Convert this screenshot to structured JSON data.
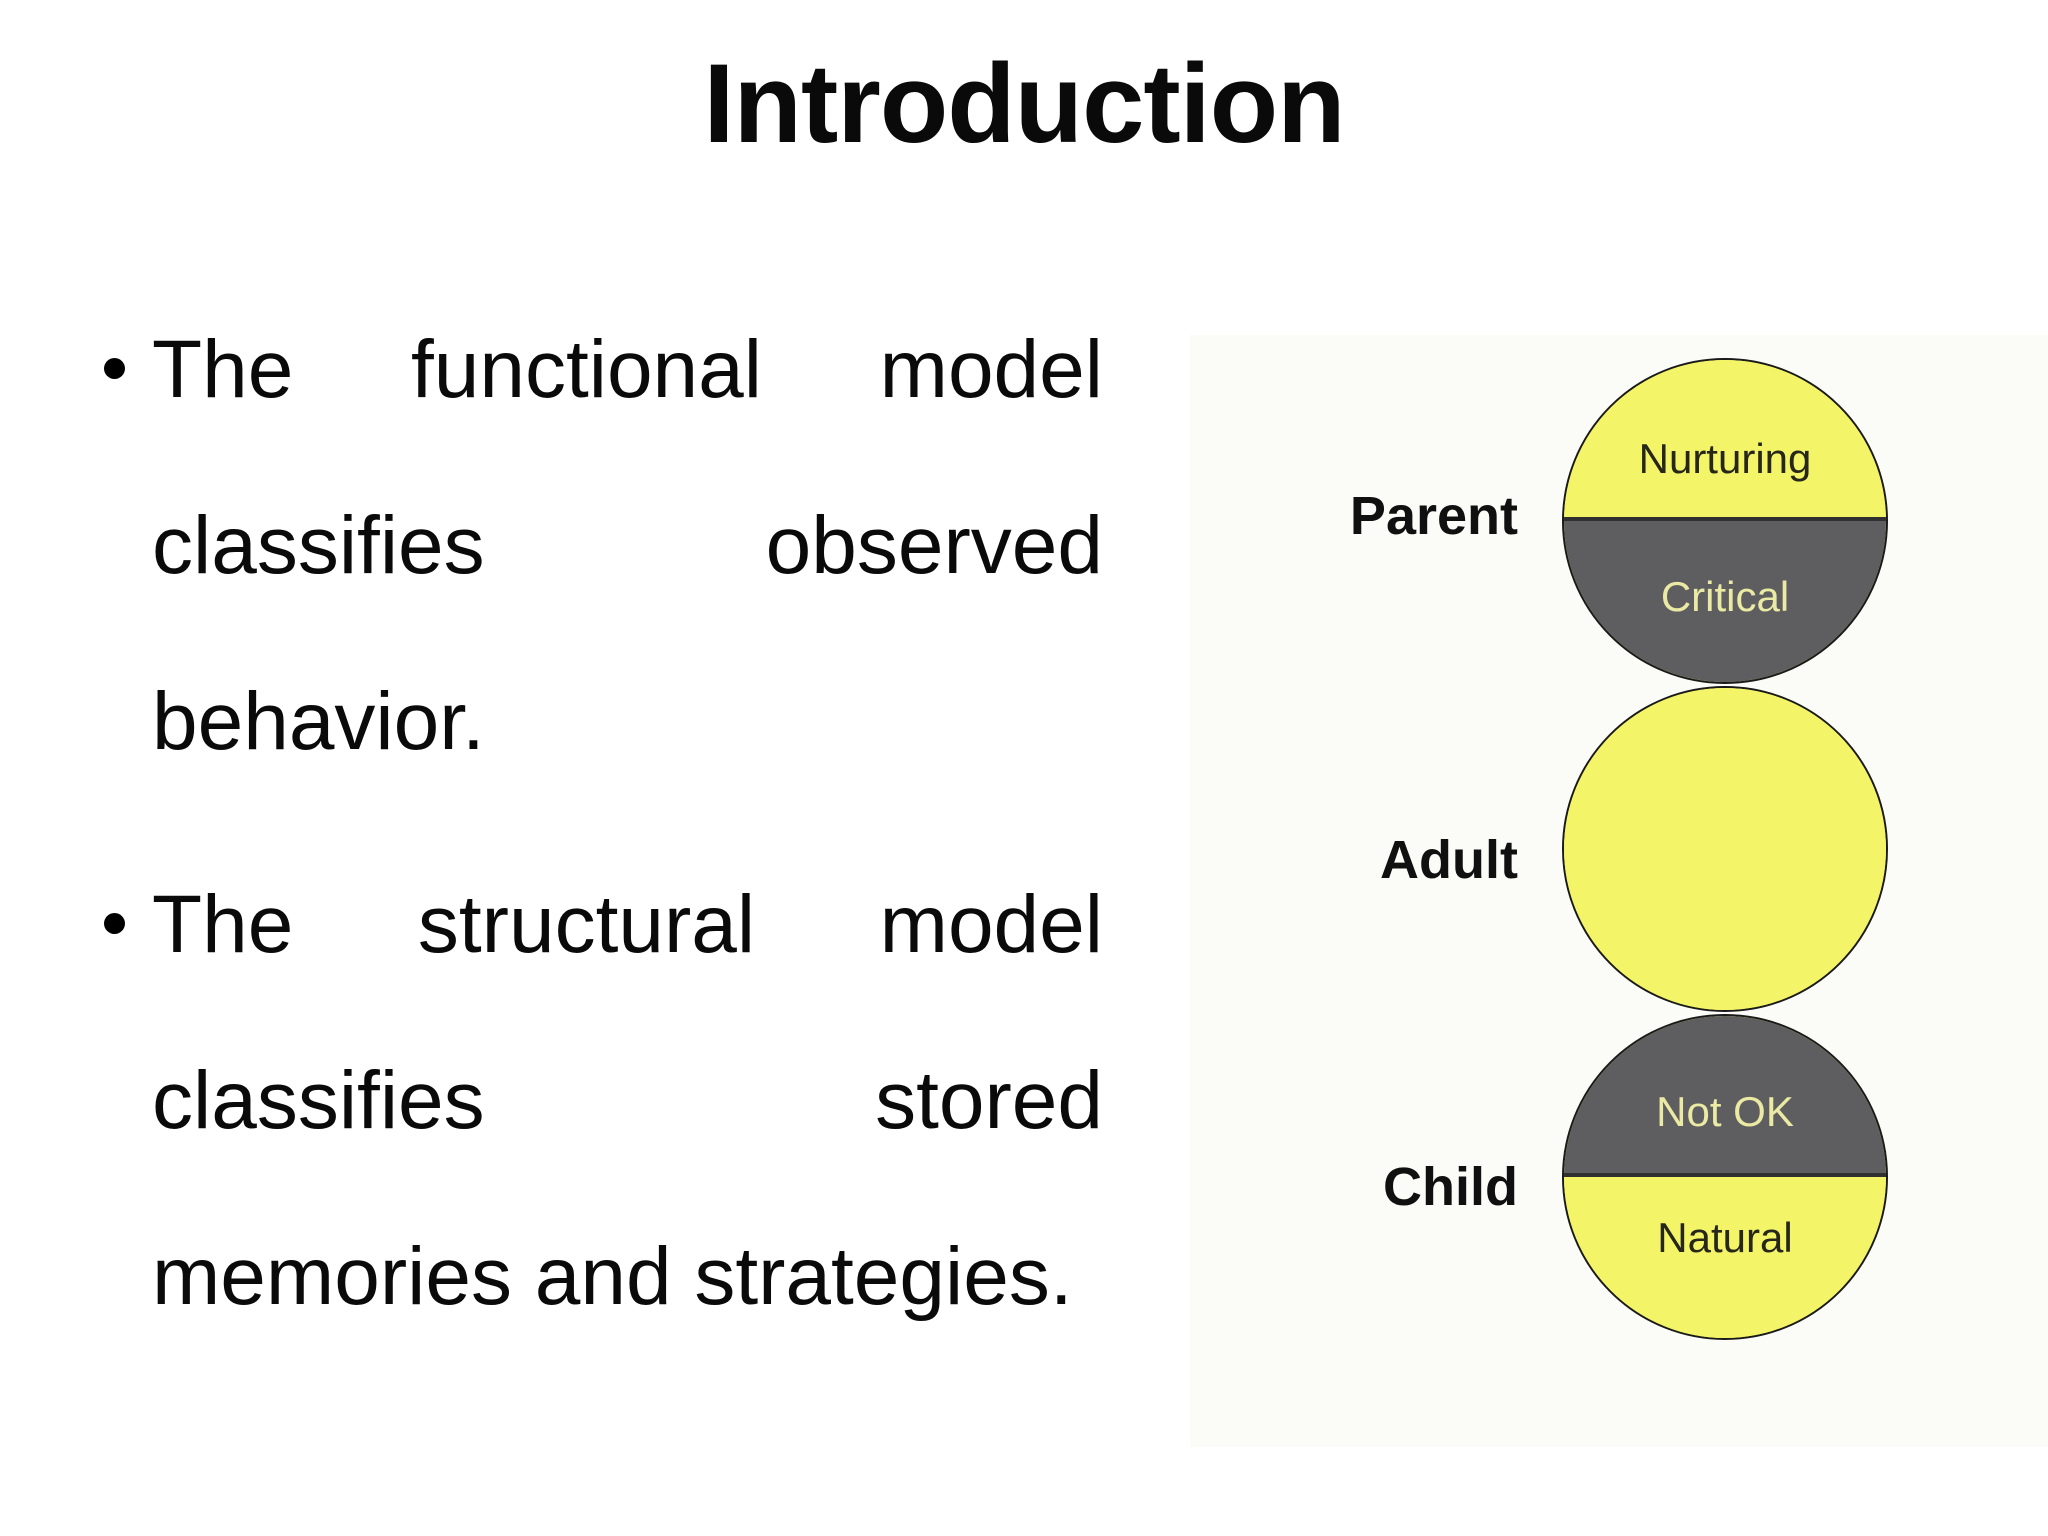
{
  "title": "Introduction",
  "bullets": [
    {
      "marker": "•",
      "lines": [
        "The functional model",
        "classifies observed",
        "behavior."
      ]
    },
    {
      "marker": "•",
      "lines": [
        "The structural model",
        "classifies stored",
        "memories and strategies."
      ]
    }
  ],
  "diagram": {
    "colors": {
      "yellow": "#f4f468",
      "gray": "#5e5e60",
      "pale": "#eaeaa4",
      "dark": "#26261a"
    },
    "rows": [
      {
        "label": "Parent",
        "top_text": "Nurturing",
        "bottom_text": "Critical",
        "top_fill": "yellow",
        "bottom_fill": "gray"
      },
      {
        "label": "Adult",
        "top_text": "",
        "bottom_text": "",
        "top_fill": "yellow",
        "bottom_fill": "yellow"
      },
      {
        "label": "Child",
        "top_text": "Not OK",
        "bottom_text": "Natural",
        "top_fill": "gray",
        "bottom_fill": "yellow"
      }
    ]
  }
}
